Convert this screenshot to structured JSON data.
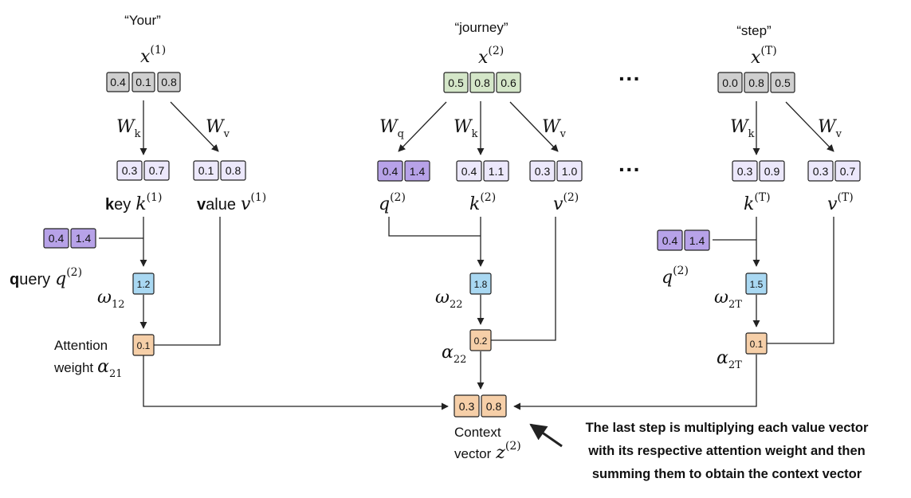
{
  "tokens": [
    {
      "word": "“Your”",
      "x_base": "x",
      "x_sup": "(1)",
      "embedding": [
        "0.4",
        "0.1",
        "0.8"
      ]
    },
    {
      "word": "“journey”",
      "x_base": "x",
      "x_sup": "(2)",
      "embedding": [
        "0.5",
        "0.8",
        "0.6"
      ]
    },
    {
      "word": "“step”",
      "x_base": "x",
      "x_sup": "(T)",
      "embedding": [
        "0.0",
        "0.8",
        "0.5"
      ]
    }
  ],
  "weights": {
    "Wq": [
      "W",
      "q"
    ],
    "Wk": [
      "W",
      "k"
    ],
    "Wv": [
      "W",
      "v"
    ]
  },
  "ellipsis": "···",
  "col1": {
    "key": [
      "0.3",
      "0.7"
    ],
    "value": [
      "0.1",
      "0.8"
    ],
    "key_bold": "k",
    "key_rest": "ey",
    "key_sym": "k",
    "key_sup": "(1)",
    "value_bold": "v",
    "value_rest": "alue",
    "value_sym": "v",
    "value_sup": "(1)",
    "query": [
      "0.4",
      "1.4"
    ],
    "query_bold": "q",
    "query_rest": "uery",
    "query_sym": "q",
    "query_sup": "(2)",
    "omega": "1.2",
    "omega_sym": "ω",
    "omega_sub": "12",
    "alpha": "0.1",
    "attn_line1": "Attention",
    "attn_line2": "weight",
    "alpha_sym": "α",
    "alpha_sub": "21"
  },
  "col2": {
    "query": [
      "0.4",
      "1.4"
    ],
    "key": [
      "0.4",
      "1.1"
    ],
    "value": [
      "0.3",
      "1.0"
    ],
    "q_sym": "q",
    "q_sup": "(2)",
    "k_sym": "k",
    "k_sup": "(2)",
    "v_sym": "v",
    "v_sup": "(2)",
    "omega": "1.8",
    "omega_sym": "ω",
    "omega_sub": "22",
    "alpha": "0.2",
    "alpha_sym": "α",
    "alpha_sub": "22"
  },
  "col3": {
    "key": [
      "0.3",
      "0.9"
    ],
    "value": [
      "0.3",
      "0.7"
    ],
    "k_sym": "k",
    "k_sup": "(T)",
    "v_sym": "v",
    "v_sup": "(T)",
    "query": [
      "0.4",
      "1.4"
    ],
    "q_sym": "q",
    "q_sup": "(2)",
    "omega": "1.5",
    "omega_sym": "ω",
    "omega_sub": "2T",
    "alpha": "0.1",
    "alpha_sym": "α",
    "alpha_sub": "2T"
  },
  "context": {
    "values": [
      "0.3",
      "0.8"
    ],
    "label_line1": "Context",
    "label_line2": "vector",
    "z_sym": "z",
    "z_sup": "(2)"
  },
  "note_lines": [
    "The last step is multiplying each value vector",
    "with its respective attention weight and then",
    "summing them to obtain the context vector"
  ],
  "colors": {
    "input_gray": "#cfcfcf",
    "input_green": "#d4e6c8",
    "key_lavender": "#ece8fb",
    "query_purple": "#b7a2e8",
    "omega_blue": "#a9d8f2",
    "alpha_orange": "#f6cfa8",
    "stroke": "#222222"
  }
}
